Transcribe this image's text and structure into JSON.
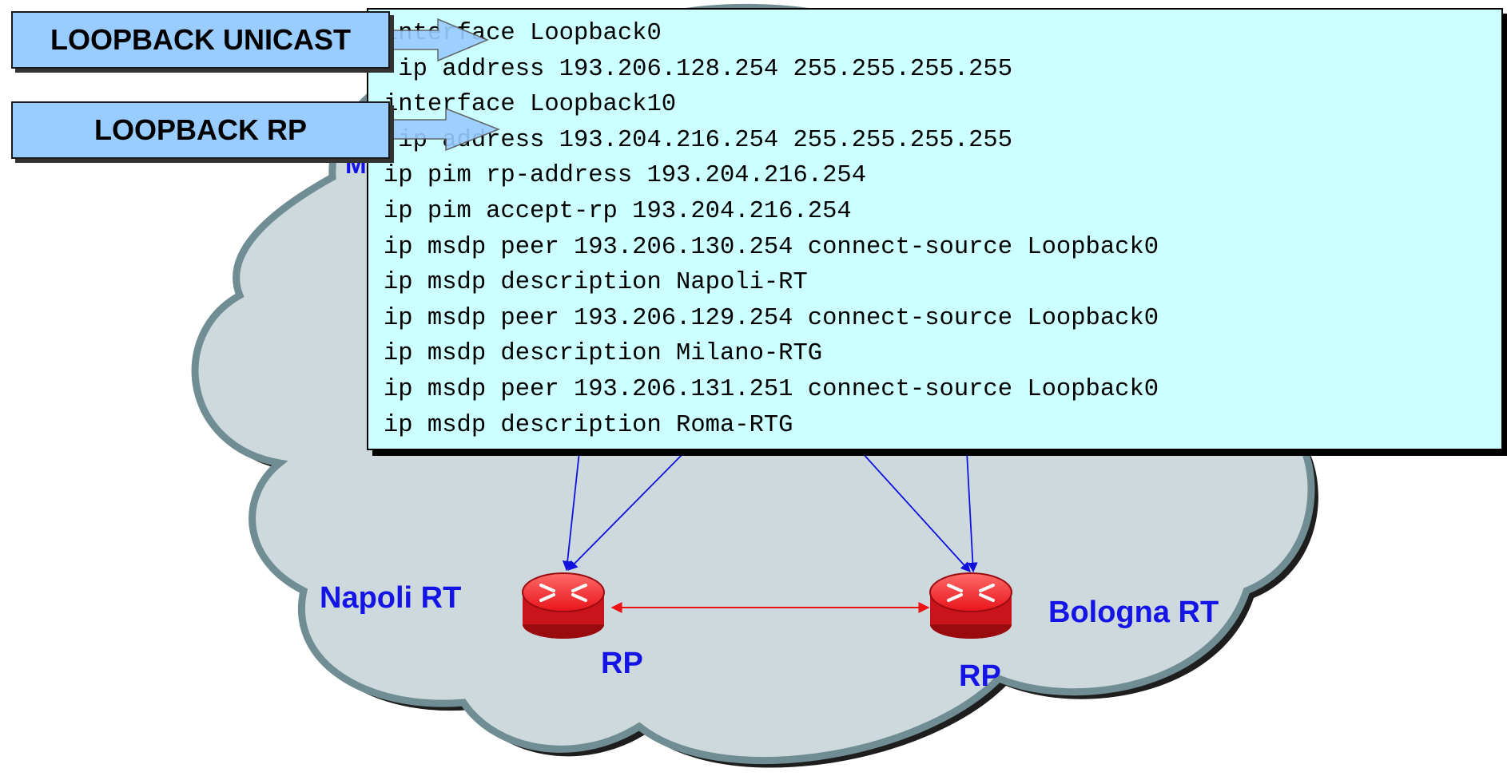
{
  "colors": {
    "cloud_fill": "#cdd9dd",
    "cloud_outline": "#6f8d92",
    "callout_fill": "#ccffff",
    "tag_fill": "#99ccff",
    "label_blue": "#1414e6",
    "link_blue": "#1111dd",
    "link_red": "#ee1111",
    "router_red": "#e8141a"
  },
  "tags": {
    "loopback_unicast": "LOOPBACK UNICAST",
    "loopback_rp": "LOOPBACK RP"
  },
  "config_lines": [
    "interface Loopback0",
    " ip address 193.206.128.254 255.255.255.255",
    "interface Loopback10",
    " ip address 193.204.216.254 255.255.255.255",
    "ip pim rp-address 193.204.216.254",
    "ip pim accept-rp 193.204.216.254",
    "ip msdp peer 193.206.130.254 connect-source Loopback0",
    "ip msdp description Napoli-RT",
    "ip msdp peer 193.206.129.254 connect-source Loopback0",
    "ip msdp description Milano-RTG",
    "ip msdp peer 193.206.131.251 connect-source Loopback0",
    "ip msdp description Roma-RTG"
  ],
  "nodes": {
    "napoli": {
      "name": "Napoli RT",
      "role": "RP"
    },
    "bologna": {
      "name": "Bologna RT",
      "role": "RP"
    },
    "hidden_label_fragment": "M"
  }
}
